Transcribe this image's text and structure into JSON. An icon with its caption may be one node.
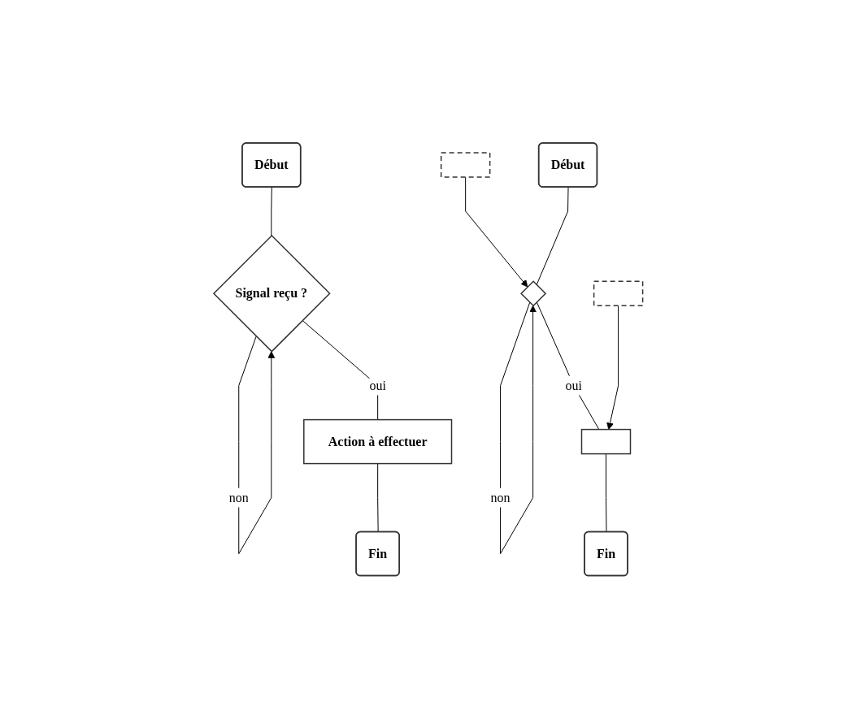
{
  "diagram": {
    "nodes": [
      {
        "text": [
          "Début"
        ]
      },
      {
        "text": [
          "Signal reçu ?"
        ]
      },
      {
        "text": [
          "Action à effectuer"
        ]
      },
      {
        "text": [
          "Fin"
        ]
      },
      {
        "text": [],
        "shape": "box"
      },
      {
        "text": [
          "Début"
        ]
      },
      {
        "text": [],
        "shape": "diamond"
      },
      {
        "text": [],
        "shape": "box"
      },
      {
        "text": [],
        "shape": "box"
      },
      {
        "text": [
          "Fin"
        ]
      }
    ],
    "edges": [
      {
        "from": 0,
        "to": 1,
        "arrow": "none"
      },
      {
        "from": 1,
        "to": 1,
        "label": "non",
        "arrow": "to"
      },
      {
        "from": 1,
        "to": 2,
        "label": "oui",
        "arrow": "none"
      },
      {
        "from": 2,
        "to": 3,
        "arrow": "none"
      },
      {
        "from": 4,
        "to": 6,
        "arrow": "to"
      },
      {
        "from": 5,
        "to": 6,
        "arrow": "none"
      },
      {
        "from": 6,
        "to": 6,
        "label": "non",
        "arrow": "to"
      },
      {
        "from": 6,
        "to": 8,
        "label": "oui",
        "arrow": "none"
      },
      {
        "from": 7,
        "to": 8,
        "arrow": "to"
      },
      {
        "from": 8,
        "to": 9,
        "arrow": "none"
      }
    ]
  }
}
